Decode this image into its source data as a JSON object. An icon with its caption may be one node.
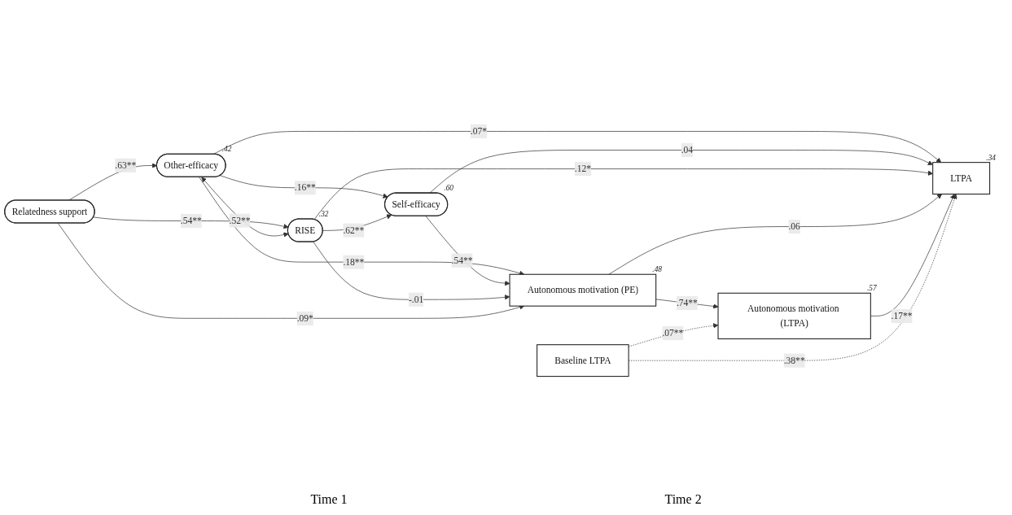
{
  "diagram": {
    "nodes": [
      {
        "text": [
          "Relatedness support"
        ]
      },
      {
        "text": [
          "Other-efficacy"
        ],
        "beside": [
          ".42"
        ]
      },
      {
        "text": [
          "Self-efficacy"
        ],
        "beside": [
          ".60"
        ]
      },
      {
        "text": [
          "RISE"
        ],
        "beside": [
          ".32"
        ]
      },
      {
        "text": [
          "Autonomous motivation (PE)"
        ],
        "beside": [
          ".48"
        ]
      },
      {
        "text": [
          "Baseline LTPA"
        ]
      },
      {
        "text": [
          "Autonomous motivation (LTPA)"
        ],
        "beside": [
          ".57"
        ]
      },
      {
        "text": [
          "LTPA"
        ],
        "beside": [
          ".34"
        ]
      }
    ],
    "edges": [
      {
        "from": 0,
        "to": 1,
        "arrow": "to",
        "label": ".63**"
      },
      {
        "from": 0,
        "to": 3,
        "arrow": "to",
        "label": ".54**"
      },
      {
        "from": 1,
        "to": 3,
        "arrow": "both",
        "label": ".52**"
      },
      {
        "from": 1,
        "to": 2,
        "arrow": "to",
        "label": ".16**"
      },
      {
        "from": 3,
        "to": 2,
        "arrow": "to",
        "label": ".62**"
      },
      {
        "from": 1,
        "to": 4,
        "arrow": "to",
        "label": ".18**"
      },
      {
        "from": 1,
        "to": 7,
        "arrow": "to",
        "label": ".07*"
      },
      {
        "from": 2,
        "to": 4,
        "arrow": "to",
        "label": ".54**"
      },
      {
        "from": 2,
        "to": 7,
        "arrow": "to",
        "label": ".04"
      },
      {
        "from": 3,
        "to": 4,
        "arrow": "to",
        "label": "-.01"
      },
      {
        "from": 3,
        "to": 7,
        "arrow": "to",
        "label": ".12*"
      },
      {
        "from": 0,
        "to": 4,
        "arrow": "to",
        "label": ".09*"
      },
      {
        "from": 4,
        "to": 6,
        "arrow": "to",
        "label": ".74**"
      },
      {
        "from": 4,
        "to": 7,
        "arrow": "to",
        "label": ".06"
      },
      {
        "from": 6,
        "to": 7,
        "arrow": "to",
        "label": ".17**"
      },
      {
        "from": 5,
        "to": 6,
        "arrow": "to",
        "label": ".07**",
        "style": "dashed"
      },
      {
        "from": 5,
        "to": 7,
        "arrow": "to",
        "label": ".38**",
        "style": "dashed"
      }
    ],
    "labels": [
      "Time 1",
      "Time 2"
    ]
  }
}
